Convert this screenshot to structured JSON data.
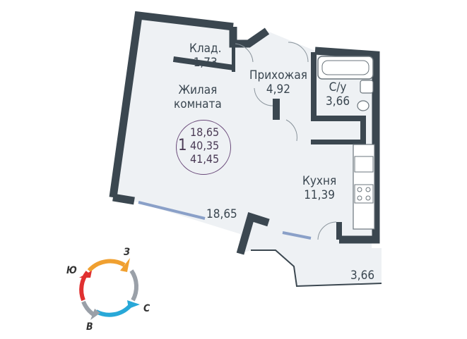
{
  "rooms": {
    "storage": {
      "name": "Клад.",
      "area": "1,73"
    },
    "hall": {
      "name": "Прихожая",
      "area": "4,92"
    },
    "bathroom": {
      "name": "С/у",
      "area": "3,66"
    },
    "living": {
      "name_line1": "Жилая",
      "name_line2": "комната",
      "area": "18,65"
    },
    "kitchen": {
      "name": "Кухня",
      "area": "11,39"
    },
    "balcony": {
      "area": "3,66"
    }
  },
  "summary": {
    "rooms_count": "1",
    "living_area": "18,65",
    "total_area": "40,35",
    "total_with_balcony": "41,45"
  },
  "compass": {
    "north": "З",
    "west": "Ю",
    "east": "С",
    "south": "В"
  },
  "colors": {
    "wall": "#3b4750",
    "floor": "#eef1f4",
    "summary_ring": "#6a4a7a",
    "compass_orange": "#f0a030",
    "compass_red": "#e03030",
    "compass_blue": "#28a8d8",
    "compass_grey": "#9aa0a8"
  }
}
